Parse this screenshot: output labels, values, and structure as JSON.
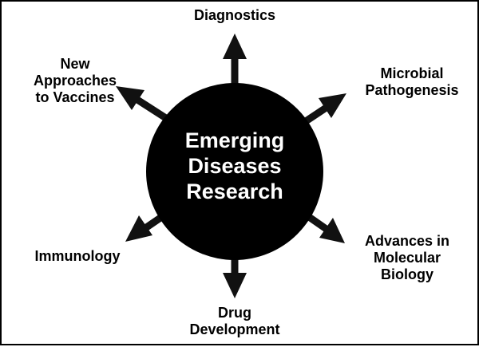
{
  "center": {
    "lines": [
      "Emerging",
      "Diseases",
      "Research"
    ]
  },
  "branches": [
    {
      "lines": [
        "Diagnostics"
      ]
    },
    {
      "lines": [
        "Microbial",
        "Pathogenesis"
      ]
    },
    {
      "lines": [
        "Advances in",
        "Molecular",
        "Biology"
      ]
    },
    {
      "lines": [
        "Drug",
        "Development"
      ]
    },
    {
      "lines": [
        "Immunology"
      ]
    },
    {
      "lines": [
        "New",
        "Approaches",
        "to Vaccines"
      ]
    }
  ],
  "colors": {
    "circle": "#000000",
    "arrow": "#111111",
    "center_text": "#ffffff",
    "label_text": "#000000",
    "border": "#000000"
  }
}
